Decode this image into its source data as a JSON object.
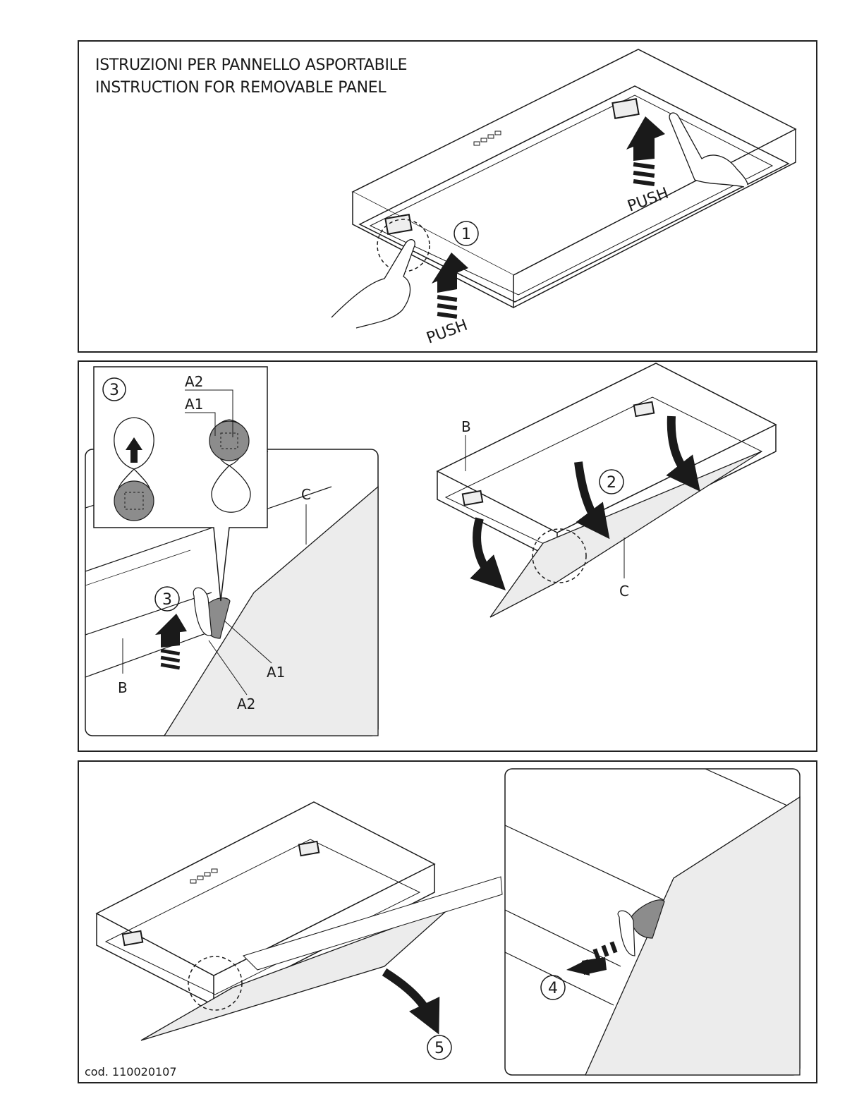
{
  "title": {
    "it": "ISTRUZIONI PER PANNELLO ASPORTABILE",
    "en": "INSTRUCTION FOR REMOVABLE PANEL"
  },
  "push_label": "PUSH",
  "steps": {
    "s1": "1",
    "s2": "2",
    "s3": "3",
    "s4": "4",
    "s5": "5"
  },
  "parts": {
    "a1": "A1",
    "a2": "A2",
    "b": "B",
    "c": "C"
  },
  "code": "cod. 110020107",
  "colors": {
    "line": "#1a1a1a",
    "shade": "#8c8c8c",
    "panel_fill": "#ececec"
  }
}
